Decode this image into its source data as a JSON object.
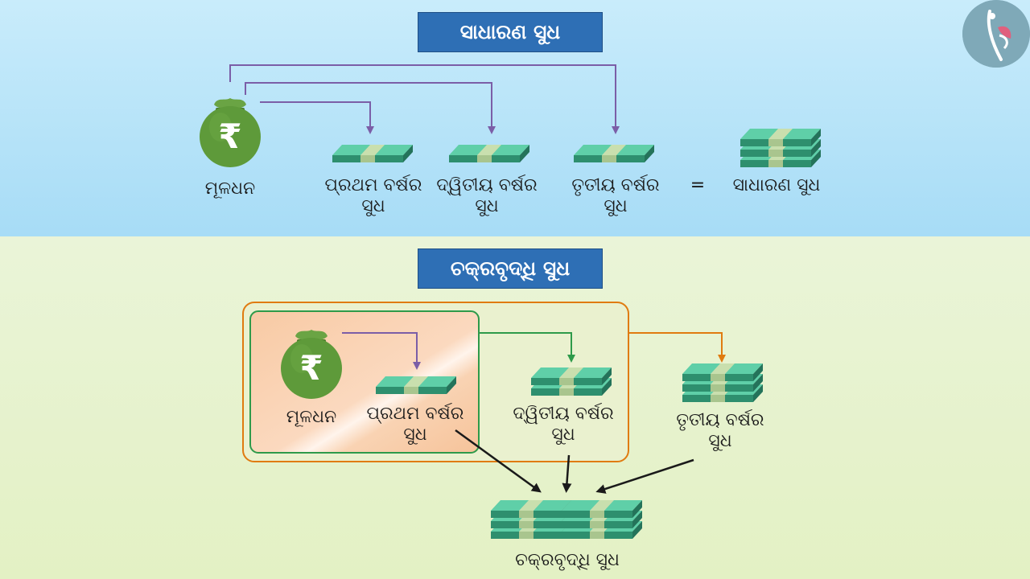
{
  "top": {
    "title": "ସାଧାରଣ ସୁଧ",
    "principal_label": "ମୂଳଧନ",
    "year1_line1": "ପ୍ରଥମ ବର୍ଷର",
    "year1_line2": "ସୁଧ",
    "year2_line1": "ଦ୍ୱିତୀୟ ବର୍ଷର",
    "year2_line2": "ସୁଧ",
    "year3_line1": "ତୃତୀୟ ବର୍ଷର",
    "year3_line2": "ସୁଧ",
    "equals": "=",
    "result": "ସାଧାରଣ ସୁଧ"
  },
  "bottom": {
    "title": "ଚକ୍ରବୃଦ୍ଧି ସୁଧ",
    "principal_label": "ମୂଳଧନ",
    "year1_line1": "ପ୍ରଥମ ବର୍ଷର",
    "year1_line2": "ସୁଧ",
    "year2_line1": "ଦ୍ୱିତୀୟ ବର୍ଷର",
    "year2_line2": "ସୁଧ",
    "year3_line1": "ତୃତୀୟ ବର୍ଷର",
    "year3_line2": "ସୁଧ",
    "result": "ଚକ୍ରବୃଦ୍ଧି ସୁଧ"
  },
  "symbols": {
    "rupee": "₹"
  },
  "colors": {
    "title_bg": "#2e6fb5",
    "arrow_purple": "#7b5ea7",
    "arrow_green": "#2e9a4a",
    "arrow_orange": "#e07b10",
    "bag_green": "#5e9a3a",
    "cash_green": "#3fb591"
  },
  "icons": [
    "money-bag-icon",
    "cash-stack-icon",
    "logo-icon"
  ]
}
